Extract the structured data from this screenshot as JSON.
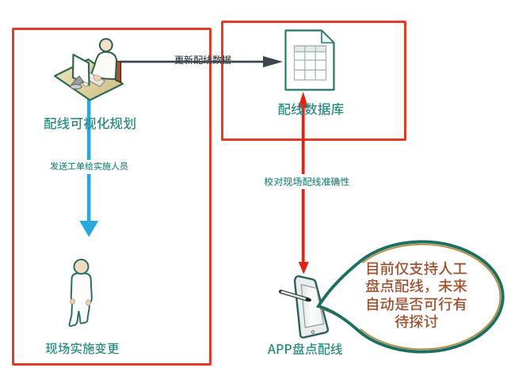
{
  "diagram": {
    "background": "#ffffff",
    "frames": {
      "process_frame": {
        "border_color": "#e23b2a"
      },
      "database_frame": {
        "border_color": "#e23b2a"
      }
    },
    "nodes": {
      "planning": {
        "label": "配线可视化规划",
        "icon": "person-at-computer-icon",
        "label_color": "#2e8b80"
      },
      "database": {
        "label": "配线数据库",
        "icon": "spreadsheet-file-icon",
        "label_color": "#2e8b80"
      },
      "field_change": {
        "label": "现场实施变更",
        "icon": "standing-person-icon",
        "label_color": "#2e8b80"
      },
      "app_check": {
        "label": "APP盘点配线",
        "icon": "handheld-device-icon",
        "label_color": "#2e8b80"
      }
    },
    "connectors": {
      "update_data": {
        "label": "更新配线数据",
        "direction": "right",
        "color": "#3d464d"
      },
      "dispatch_order": {
        "label": "发送工单给实施人员",
        "direction": "down",
        "color": "#29a8e0"
      },
      "verify_accuracy": {
        "label": "校对现场配线准确性",
        "direction": "both",
        "color": "#e8210f"
      }
    },
    "callout": {
      "text": "目前仅支持人工盘点配线，未来自动是否可行有待探讨",
      "text_color": "#9e5230",
      "border_color": "#1d7060",
      "accent_color": "#b5893e"
    }
  }
}
